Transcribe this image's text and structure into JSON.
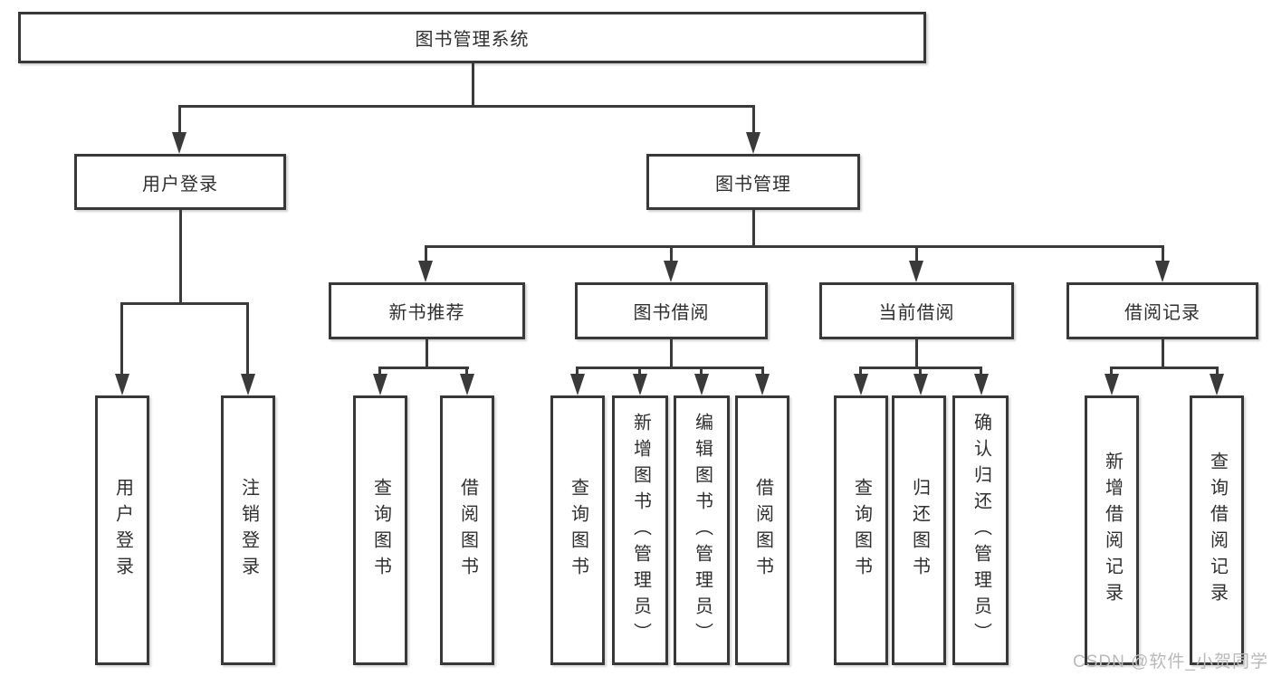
{
  "diagram_title": "图书管理系统",
  "tree": {
    "root": {
      "label": "图书管理系统",
      "children": [
        {
          "label": "用户登录",
          "children": [
            {
              "label": "用户登录"
            },
            {
              "label": "注销登录"
            }
          ]
        },
        {
          "label": "图书管理",
          "children": [
            {
              "label": "新书推荐",
              "children": [
                {
                  "label": "查询图书"
                },
                {
                  "label": "借阅图书"
                }
              ]
            },
            {
              "label": "图书借阅",
              "children": [
                {
                  "label": "查询图书"
                },
                {
                  "label": "新增图书（管理员）"
                },
                {
                  "label": "编辑图书（管理员）"
                },
                {
                  "label": "借阅图书"
                }
              ]
            },
            {
              "label": "当前借阅",
              "children": [
                {
                  "label": "查询图书"
                },
                {
                  "label": "归还图书"
                },
                {
                  "label": "确认归还（管理员）"
                }
              ]
            },
            {
              "label": "借阅记录",
              "children": [
                {
                  "label": "新增借阅记录"
                },
                {
                  "label": "查询借阅记录"
                }
              ]
            }
          ]
        }
      ]
    }
  },
  "watermark": "CSDN @软件_小贺同学",
  "colors": {
    "line": "#3a3a3a",
    "box_border": "#383838",
    "text": "#2f2f2f",
    "watermark": "#b9b9b9",
    "background": "#ffffff"
  }
}
